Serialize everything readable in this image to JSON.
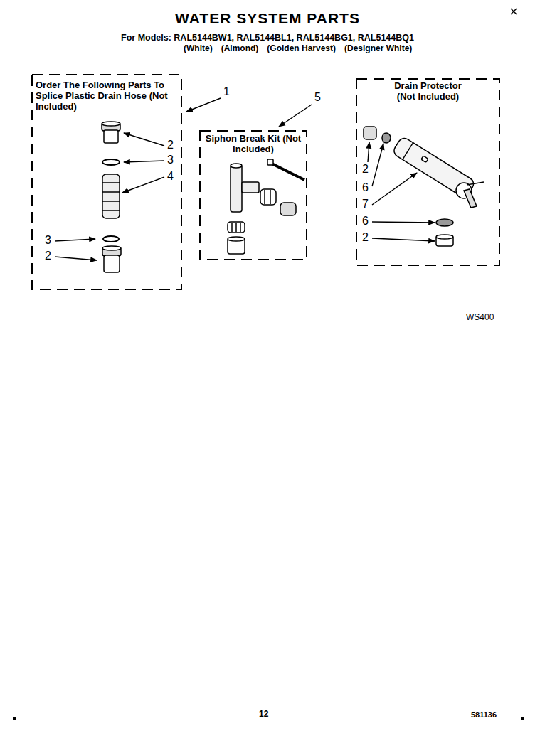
{
  "diagram": {
    "title": "WATER SYSTEM PARTS",
    "nodes": [
      {
        "text": [
          "Order The Following Parts To Splice Plastic Drain Hose (Not Included)"
        ]
      },
      {
        "text": [
          "Siphon Break Kit (Not Included)"
        ]
      },
      {
        "text": [
          "Drain Protector (Not Included)"
        ]
      }
    ],
    "labels": [
      "For Models: RAL5144BW1, RAL5144BL1, RAL5144BG1, RAL5144BQ1",
      "(White)",
      "(Almond)",
      "(Golden Harvest)",
      "(Designer White)",
      "1",
      "2",
      "3",
      "4",
      "3",
      "2",
      "5",
      "2",
      "6",
      "7",
      "6",
      "2",
      "WS400",
      "12",
      "581136"
    ]
  }
}
